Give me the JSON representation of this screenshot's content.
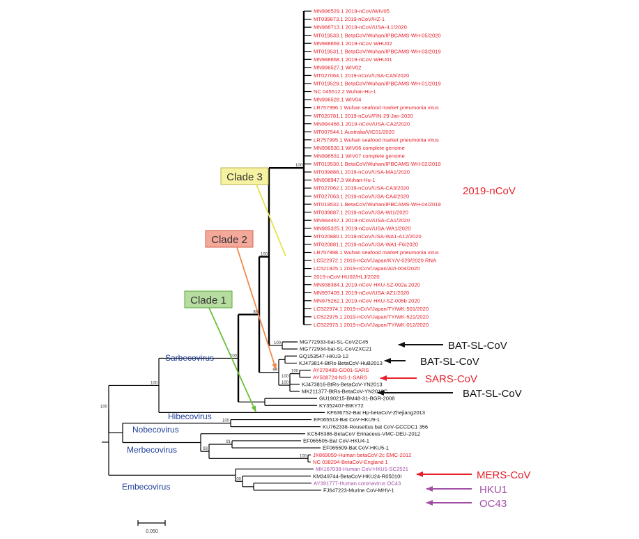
{
  "colors": {
    "ncov": "#e8202a",
    "black": "#111111",
    "sars": "#e8202a",
    "mers": "#e8202a",
    "purple": "#a24ea6",
    "group": "#1f3f9a",
    "clade1_fill": "#b6dca0",
    "clade1_stroke": "#59a83a",
    "clade1_arrow": "#6cbf3a",
    "clade2_fill": "#f3a89a",
    "clade2_stroke": "#d6604d",
    "clade2_arrow": "#f08a4b",
    "clade3_fill": "#f6f2a2",
    "clade3_stroke": "#b9b34a",
    "clade3_arrow": "#e6e24a"
  },
  "leaves": [
    {
      "label": "MN996529.1 2019-nCoV/WIV05",
      "color": "ncov"
    },
    {
      "label": "MT039873.1 2019-nCoV/HZ-1",
      "color": "ncov"
    },
    {
      "label": "MN988713.1 2019-nCoV/USA-IL1/2020",
      "color": "ncov"
    },
    {
      "label": "MT019533.1 BetaCoV/Wuhan/IPBCAMS-WH-05/2020",
      "color": "ncov"
    },
    {
      "label": "MN988669.1 2019-nCoV WHU02",
      "color": "ncov"
    },
    {
      "label": "MT019531.1 BetaCoV/Wuhan/IPBCAMS-WH-03/2019",
      "color": "ncov"
    },
    {
      "label": "MN988668.1 2019-nCoV WHU01",
      "color": "ncov"
    },
    {
      "label": "MN996527.1 WIV02",
      "color": "ncov"
    },
    {
      "label": "MT027064.1 2019-nCoV/USA-CA5/2020",
      "color": "ncov"
    },
    {
      "label": "MT019529.1 BetaCoV/Wuhan/IPBCAMS-WH-01/2019",
      "color": "ncov"
    },
    {
      "label": "NC 045512.2 Wuhan-Hu-1",
      "color": "ncov"
    },
    {
      "label": "MN996528.1 WIV04",
      "color": "ncov"
    },
    {
      "label": "LR757996.1 Wuhan seafood market pneumonia virus",
      "color": "ncov"
    },
    {
      "label": "MT020781.1 2019-nCoV/FIN-29-Jan-2020",
      "color": "ncov"
    },
    {
      "label": "MN994468.1 2019-nCoV/USA-CA2/2020",
      "color": "ncov"
    },
    {
      "label": "MT007544.1 Australia/VIC01/2020",
      "color": "ncov"
    },
    {
      "label": "LR757995.1 Wuhan seafood market pneumonia virus",
      "color": "ncov"
    },
    {
      "label": "MN996530.1 WIV06 complete genome",
      "color": "ncov"
    },
    {
      "label": "MN996531.1 WIV07 complete genome",
      "color": "ncov"
    },
    {
      "label": "MT019530.1 BetaCoV/Wuhan/IPBCAMS-WH-02/2019",
      "color": "ncov"
    },
    {
      "label": "MT039888.1 2019-nCoV/USA-MA1/2020",
      "color": "ncov"
    },
    {
      "label": "MN908947.3 Wuhan-Hu-1",
      "color": "ncov"
    },
    {
      "label": "MT027062.1 2019-nCoV/USA-CA3/2020",
      "color": "ncov"
    },
    {
      "label": "MT027063.1 2019-nCoV/USA-CA4/2020",
      "color": "ncov"
    },
    {
      "label": "MT019532.1 BetaCoV/Wuhan/IPBCAMS-WH-04/2019",
      "color": "ncov"
    },
    {
      "label": "MT039887.1 2019-nCoV/USA-WI1/2020",
      "color": "ncov"
    },
    {
      "label": "MN994467.1 2019-nCoV/USA-CA1/2020",
      "color": "ncov"
    },
    {
      "label": "MN985325.1 2019-nCoV/USA-WA1/2020",
      "color": "ncov"
    },
    {
      "label": "MT020880.1 2019-nCoV/USA-WA1-A12/2020",
      "color": "ncov"
    },
    {
      "label": "MT020881.1 2019-nCoV/USA-WA1-F6/2020",
      "color": "ncov"
    },
    {
      "label": "LR757998.1 Wuhan seafood market pneumonia virus",
      "color": "ncov"
    },
    {
      "label": "LC522972.1 2019-nCoV/Japan/KY/V-029/2020 RNA",
      "color": "ncov"
    },
    {
      "label": "LC521925.1 2019-nCoV/Japan/AI/I-004/2020",
      "color": "ncov"
    },
    {
      "label": "2019-nCoV-HU02/HLJ/2020",
      "color": "ncov"
    },
    {
      "label": "MN938384.1 2019-nCoV HKU-SZ-002a 2020",
      "color": "ncov"
    },
    {
      "label": "MN997409.1 2019-nCoV/USA-AZ1/2020",
      "color": "ncov"
    },
    {
      "label": "MN975262.1 2019-nCoV HKU-SZ-005b 2020",
      "color": "ncov"
    },
    {
      "label": "LC522974.1 2019-nCoV/Japan/TY/WK-501/2020",
      "color": "ncov"
    },
    {
      "label": "LC522975.1 2019-nCoV/Japan/TY/WK-521/2020",
      "color": "ncov"
    },
    {
      "label": "LC522973.1 2019-nCoV/Japan/TY/WK-012/2020",
      "color": "ncov"
    },
    {
      "label": "MG772933-bat-SL-CoVZC45",
      "color": "black"
    },
    {
      "label": "MG772934-bat-SL-CoVZXC21",
      "color": "black"
    },
    {
      "label": "GQ153547-HKU3-12",
      "color": "black"
    },
    {
      "label": "KJ473814-BtRs-BetaCoV-HuB2013",
      "color": "black"
    },
    {
      "label": "AY278489-GD01-SARS",
      "color": "sars"
    },
    {
      "label": "AY508724-NS-1-SARS",
      "color": "sars"
    },
    {
      "label": "KJ473816-BtRs-BetaCoV-YN2013",
      "color": "black"
    },
    {
      "label": "MK211377-BtRs-BetaCoV-YN2018C",
      "color": "black"
    },
    {
      "label": "GU190215-BM48-31-BGR-2008",
      "color": "black"
    },
    {
      "label": "KY352407-BtKY72",
      "color": "black"
    },
    {
      "label": "KF636752-Bat Hp-betaCoV-Zhejiang2013",
      "color": "black"
    },
    {
      "label": "EF065513-Bat CoV-HKU9-1",
      "color": "black"
    },
    {
      "label": "KU762338-Rousettus bat CoV-GCCDC1 356",
      "color": "black"
    },
    {
      "label": "KC545386-BetaCoV Erinaceus-VMC-DEU-2012",
      "color": "black"
    },
    {
      "label": "EF065505-Bat CoV-HKU4-1",
      "color": "black"
    },
    {
      "label": "EF065509-Bat CoV-HKU5-1",
      "color": "black"
    },
    {
      "label": "JX869059-Human betaCoV-2c EMC-2012",
      "color": "mers"
    },
    {
      "label": "NC 038294-BetaCoV-England 1",
      "color": "mers"
    },
    {
      "label": "MK167038-Human CoV-HKU1-SC2521",
      "color": "purple"
    },
    {
      "label": "KM349744-BetaCoV-HKU24-R05010I",
      "color": "black"
    },
    {
      "label": "AY391777-Human coronavirus OC43",
      "color": "purple"
    },
    {
      "label": "FJ647223-Murine CoV-MHV-1",
      "color": "black"
    }
  ],
  "bootstraps": {
    "ncov": "100",
    "clade3": "100",
    "bat_zc": "100",
    "sarb_root": "88",
    "sars_related": "99",
    "sars_bat": "100",
    "sars_pair": "100",
    "yn": "100",
    "sarbecovirus": "100",
    "hib": "100",
    "betacov": "100",
    "nobecovirus": "100",
    "hku4_5": "91",
    "merbecovirus": "93",
    "mers_pair": "100",
    "embecovirus": "100"
  },
  "groups": {
    "sarbecovirus": "Sarbecovirus",
    "hibecovirus": "Hibecovirus",
    "nobecovirus": "Nobecovirus",
    "merbecovirus": "Merbecovirus",
    "embecovirus": "Embecovirus"
  },
  "clades": {
    "clade1": "Clade 1",
    "clade2": "Clade 2",
    "clade3": "Clade 3"
  },
  "annotations": {
    "ncov": "2019-nCoV",
    "bat1": "BAT-SL-CoV",
    "bat2": "BAT-SL-CoV",
    "sars": "SARS-CoV",
    "bat3": "BAT-SL-CoV",
    "mers": "MERS-CoV",
    "hku1": "HKU1",
    "oc43": "OC43"
  },
  "scale": {
    "label": "0.050"
  }
}
